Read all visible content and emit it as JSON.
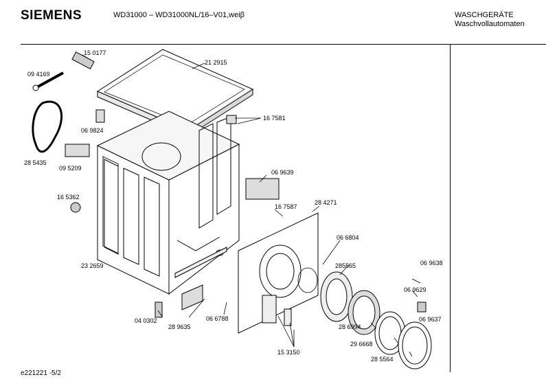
{
  "header": {
    "brand": "SIEMENS",
    "model": "WD31000 – WD31000NL/16–V01,weiβ",
    "category_line1": "WASCHGERÄTE",
    "category_line2": "Waschvollautomaten"
  },
  "footer": {
    "code": "e221221   -5/2"
  },
  "part_labels": [
    "15 0177",
    "09 4169",
    "21 2915",
    "06 9824",
    "16 7581",
    "28 5435",
    "09 5209",
    "06 9639",
    "16 5362",
    "16 7587",
    "28 4271",
    "06 6804",
    "23 2659",
    "285565",
    "06 9638",
    "06 9629",
    "06 9637",
    "04 0302",
    "06 6788",
    "28 9635",
    "28 6994",
    "29 6668",
    "28 5564",
    "15 3150"
  ]
}
